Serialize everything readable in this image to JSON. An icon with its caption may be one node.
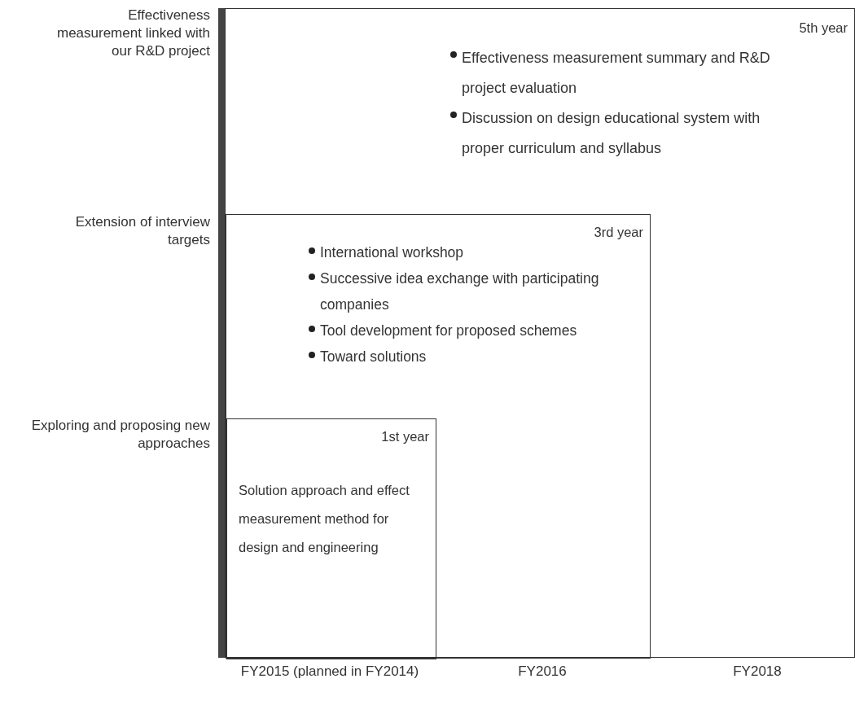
{
  "diagram": {
    "nodes": [
      {
        "text": [
          "5th year",
          "Effectiveness measurement summary and R&D project evaluation",
          "Discussion on design educational system with proper curriculum and syllabus"
        ]
      },
      {
        "text": [
          "3rd year",
          "International workshop",
          "Successive idea exchange with participating companies",
          "Tool development for proposed schemes",
          "Toward solutions"
        ],
        "in": 0
      },
      {
        "text": [
          "1st year",
          "Solution approach and effect measurement method for design and engineering"
        ],
        "in": 1
      }
    ],
    "labels": [
      "Effectiveness measurement linked with our R&D project",
      "Extension of interview targets",
      "Exploring and proposing new approaches",
      "FY2015 (planned in FY2014)",
      "FY2016",
      "FY2018"
    ]
  }
}
